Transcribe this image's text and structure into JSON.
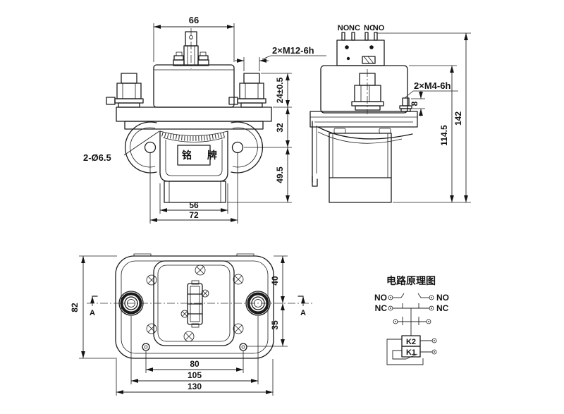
{
  "drawing": {
    "front_view": {
      "dim_width_top": "66",
      "stud_label": "2×M12-6h",
      "dim_stud_height": "24±0.5",
      "dim_flange_to_hole": "32",
      "dim_hole_to_bottom": "49.5",
      "hole_label": "2-Ø6.5",
      "nameplate": "铭 牌",
      "dim_inner_width": "56",
      "dim_hole_spacing": "72"
    },
    "side_view": {
      "pin_labels": [
        "NO",
        "NC",
        "NC",
        "NO"
      ],
      "screw_label": "2×M4-6h",
      "dim_screw": "8",
      "dim_body_height": "114.5",
      "dim_total_height": "142"
    },
    "bottom_view": {
      "dim_height": "82",
      "dim_upper": "40",
      "dim_lower": "35",
      "dim_holes": "80",
      "dim_mount": "105",
      "dim_width": "130",
      "section_label_left": "A",
      "section_label_right": "A"
    },
    "circuit": {
      "title": "电路原理图",
      "left_no": "NO",
      "left_nc": "NC",
      "right_no": "NO",
      "right_nc": "NC",
      "coil_top": "K2",
      "coil_bottom": "K1"
    },
    "colors": {
      "line": "#1b1b1b",
      "background": "#ffffff"
    }
  }
}
